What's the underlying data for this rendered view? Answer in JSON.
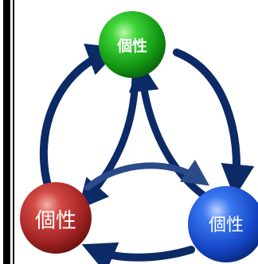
{
  "nodes": {
    "top": {
      "label": "個性",
      "color": "#16a816"
    },
    "left": {
      "label": "個性",
      "color": "#b52a2a"
    },
    "right": {
      "label": "個性",
      "color": "#1a55d6"
    }
  },
  "arrow_color": "#0b2a66"
}
